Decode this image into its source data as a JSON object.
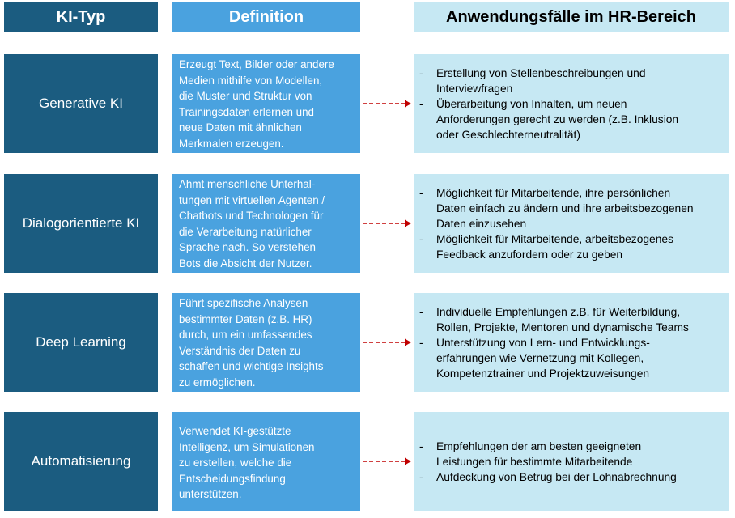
{
  "headers": {
    "type": "KI-Typ",
    "definition": "Definition",
    "use_cases": "Anwendungsfälle im HR-Bereich"
  },
  "colors": {
    "type_fill": "#1b5c80",
    "definition_fill": "#4aa2df",
    "use_case_fill": "#c6e8f3",
    "arrow": "#c00000"
  },
  "rows": [
    {
      "type": "Generative KI",
      "definition": "Erzeugt Text, Bilder oder andere\nMedien mithilfe von Modellen,\ndie Muster und Struktur von\nTrainingsdaten erlernen und\nneue Daten mit ähnlichen\nMerkmalen erzeugen.",
      "use_cases": [
        "Erstellung von Stellenbeschreibungen und\nInterviewfragen",
        "Überarbeitung von Inhalten, um neuen\nAnforderungen gerecht zu werden (z.B. Inklusion\noder Geschlechterneutralität)"
      ]
    },
    {
      "type": "Dialogorientierte KI",
      "definition": "Ahmt menschliche Unterhal-\ntungen mit virtuellen Agenten /\nChatbots  und Technologen für\ndie Verarbeitung natürlicher\nSprache nach. So verstehen\nBots die Absicht der Nutzer.",
      "use_cases": [
        "Möglichkeit für Mitarbeitende, ihre persönlichen\nDaten einfach zu ändern und ihre arbeitsbezogenen\nDaten einzusehen",
        "Möglichkeit für Mitarbeitende, arbeitsbezogenes\nFeedback anzufordern oder zu geben"
      ]
    },
    {
      "type": "Deep Learning",
      "definition": "Führt spezifische Analysen\nbestimmter Daten (z.B. HR)\ndurch, um ein umfassendes\nVerständnis der Daten zu\nschaffen und wichtige Insights\nzu ermöglichen.",
      "use_cases": [
        "Individuelle Empfehlungen z.B. für Weiterbildung,\nRollen, Projekte, Mentoren und dynamische Teams",
        "Unterstützung von Lern- und Entwicklungs-\nerfahrungen wie Vernetzung mit Kollegen,\nKompetenztrainer und Projektzuweisungen"
      ]
    },
    {
      "type": "Automatisierung",
      "definition": "Verwendet KI-gestützte\nIntelligenz, um Simulationen\nzu erstellen, welche die\nEntscheidungsfindung\nunterstützen.",
      "use_cases": [
        "Empfehlungen der am besten geeigneten\nLeistungen für bestimmte Mitarbeitende",
        "Aufdeckung von Betrug bei der Lohnabrechnung"
      ]
    }
  ]
}
